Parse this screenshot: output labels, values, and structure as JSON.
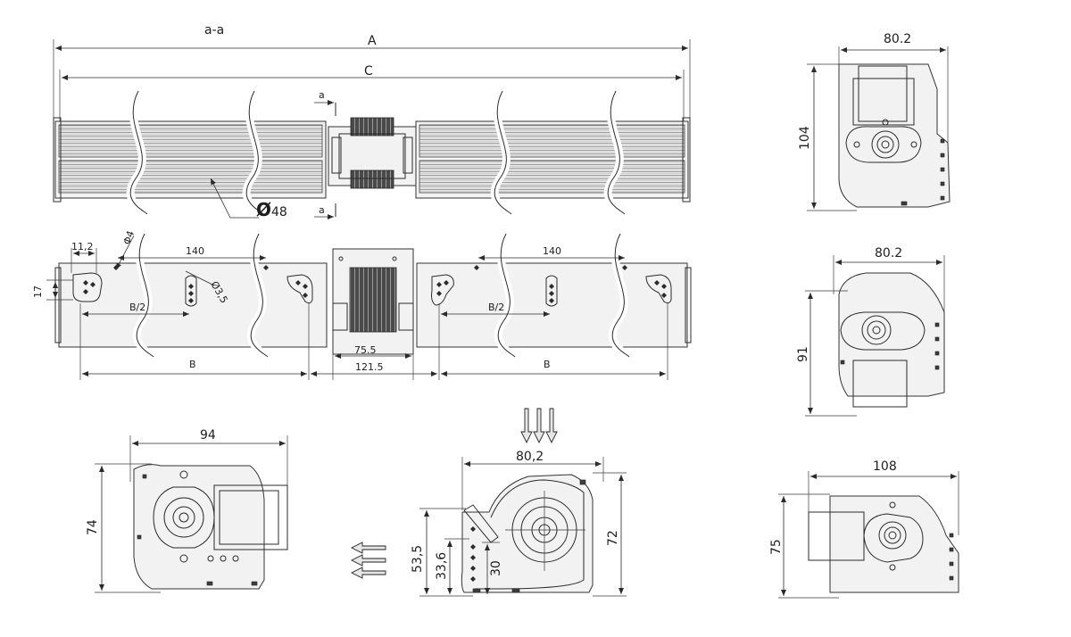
{
  "drawing": {
    "top_view": {
      "section_label": "a-a",
      "dim_A": "A",
      "dim_C": "C",
      "section_mark_top": "a",
      "section_mark_bottom": "a",
      "diameter_symbol": "Ø",
      "diameter_value": "48"
    },
    "front_view": {
      "dim_hole_dia_1": "Φ4",
      "dim_11_2": "11,2",
      "dim_17": "17",
      "dim_140_left": "140",
      "dim_140_right": "140",
      "dim_hole_dia_2": "Ø3,5",
      "dim_B_half_left": "B/2",
      "dim_B_half_right": "B/2",
      "dim_75_5": "75.5",
      "dim_121_5": "121.5",
      "dim_B_left": "B",
      "dim_B_right": "B"
    },
    "side_view_1": {
      "width": "80.2",
      "height": "104"
    },
    "side_view_2": {
      "width": "80.2",
      "height": "91"
    },
    "side_view_3": {
      "width": "108",
      "height": "75"
    },
    "bottom_left_view": {
      "width": "94",
      "height": "74"
    },
    "bottom_center_view": {
      "width": "80,2",
      "dim_53_5": "53,5",
      "dim_33_6": "33,6",
      "dim_30": "30",
      "dim_72": "72"
    }
  }
}
